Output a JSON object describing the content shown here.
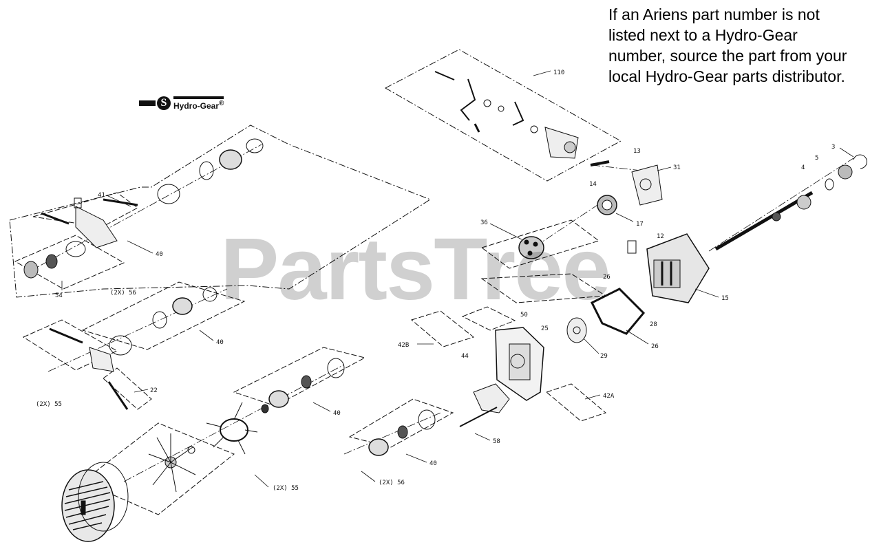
{
  "note_lines": [
    "If an Ariens part number is not",
    "listed next to a Hydro-Gear",
    "number, source the part from your",
    "local Hydro-Gear parts distributor."
  ],
  "brand": {
    "logo_glyph": "S",
    "name": "Hydro-Gear",
    "mark": "®"
  },
  "watermark": "PartsTree",
  "callouts": {
    "c110": "110",
    "c13": "13",
    "c14": "14",
    "c31": "31",
    "c3": "3",
    "c5": "5",
    "c4": "4",
    "c17": "17",
    "c36": "36",
    "c12": "12",
    "c26a": "26",
    "c15": "15",
    "c28": "28",
    "c26b": "26",
    "c50": "50",
    "c25": "25",
    "c29": "29",
    "c42b": "42B",
    "c44": "44",
    "c42a": "42A",
    "c58": "58",
    "c40a": "40",
    "c40b": "40",
    "c40c": "40",
    "c40d": "40",
    "c41": "41",
    "c54": "54",
    "c56a": "(2X) 56",
    "c55a": "(2X) 55",
    "c22": "22",
    "c55b": "(2X) 55",
    "c56b": "(2X) 56"
  }
}
